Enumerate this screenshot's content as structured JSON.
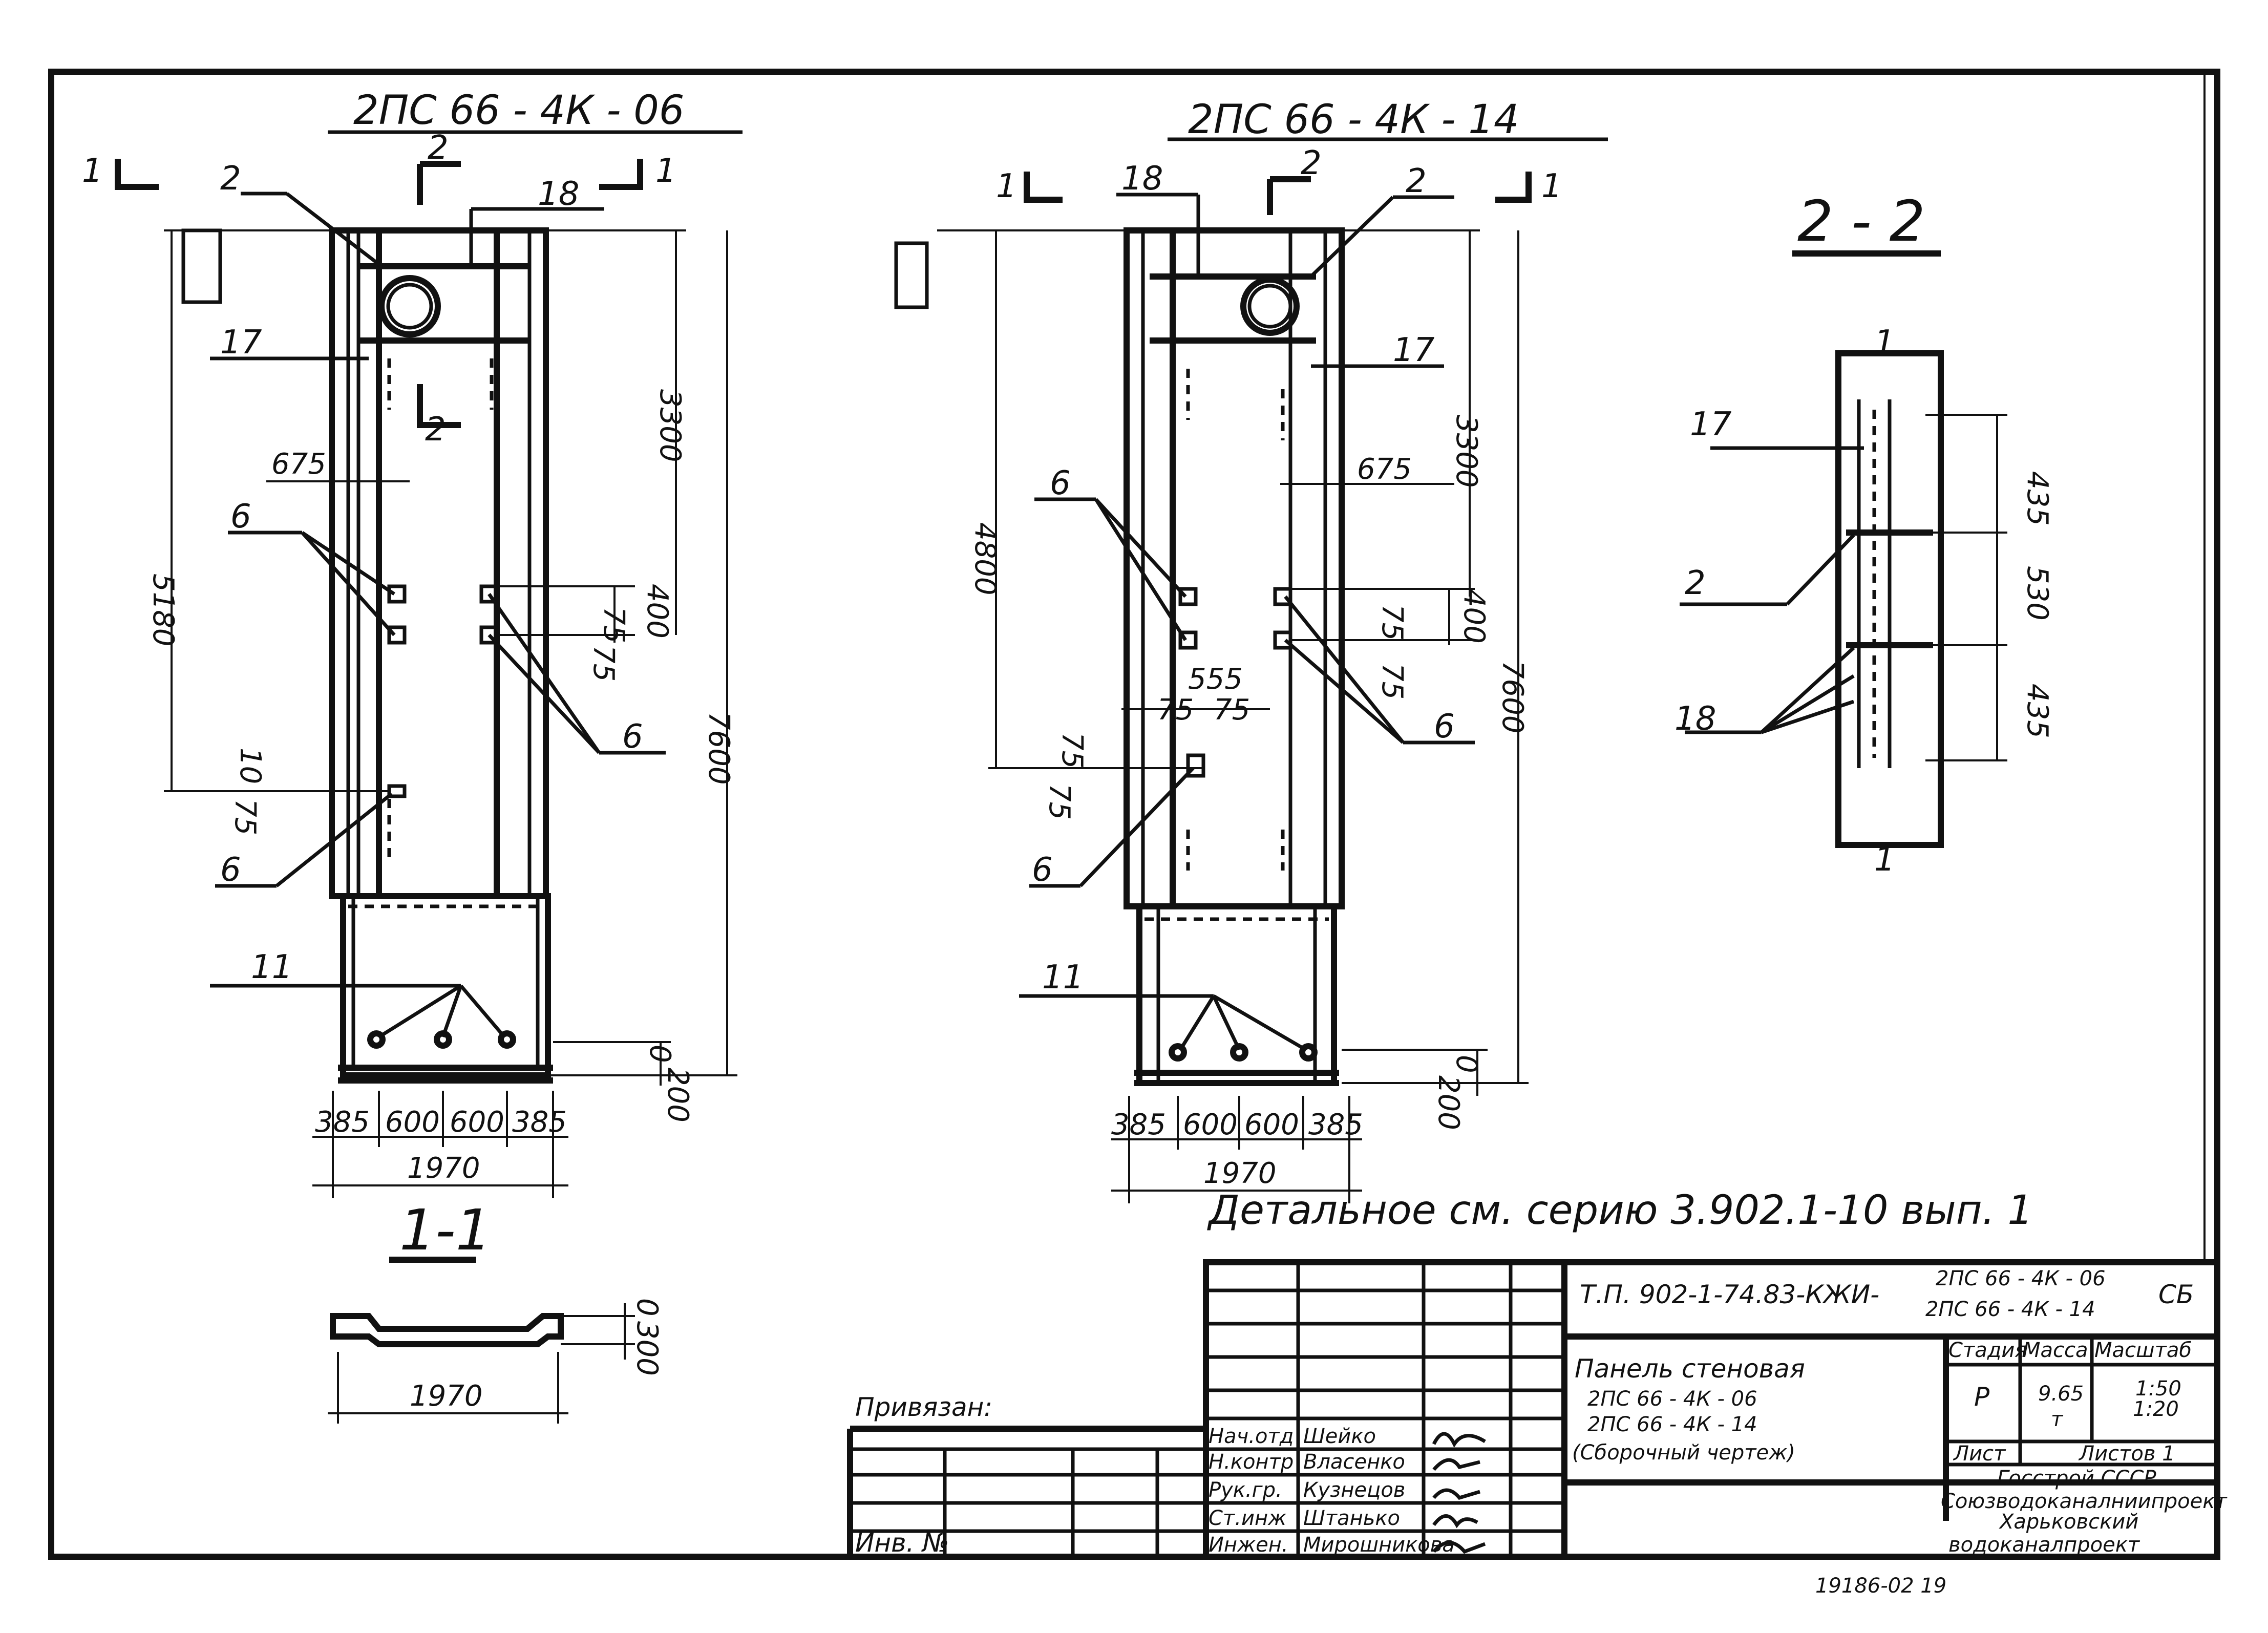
{
  "views": {
    "left": {
      "title": "2ПС 66 - 4К - 06",
      "section_marks": [
        "1",
        "1"
      ],
      "callouts": {
        "c2a": "2",
        "c2b": "2",
        "c2c": "2",
        "c18": "18",
        "c17": "17",
        "c6a": "6",
        "c6b": "6",
        "c6c": "6",
        "c11": "11"
      },
      "dims": {
        "d5180": "5180",
        "d3300": "3300",
        "d675": "675",
        "d400": "400",
        "d75a": "75",
        "d75b": "75",
        "d7600": "7600",
        "d10": "10",
        "d75c": "75",
        "d0": "0",
        "d200": "200",
        "b1": "385",
        "b2": "600",
        "b3": "600",
        "b4": "385",
        "total": "1970"
      }
    },
    "right": {
      "title": "2ПС 66 - 4К - 14",
      "section_marks": [
        "1",
        "1"
      ],
      "callouts": {
        "c18": "18",
        "c2a": "2",
        "c2b": "2",
        "c17": "17",
        "c6a": "6",
        "c6b": "6",
        "c6c": "6",
        "c11": "11"
      },
      "dims": {
        "d4800": "4800",
        "d3300": "3300",
        "d675": "675",
        "d555": "555",
        "d75a": "75",
        "d75b": "75",
        "d75c": "75",
        "d75d": "75",
        "d400": "400",
        "d75e": "75",
        "d75f": "75",
        "d7600": "7600",
        "d0": "0",
        "d200": "200",
        "b1": "385",
        "b2": "600",
        "b3": "600",
        "b4": "385",
        "total": "1970"
      }
    },
    "section22": {
      "title": "2 - 2",
      "callouts": {
        "c17": "17",
        "c2": "2",
        "c18": "18",
        "c1a": "1",
        "c1b": "1"
      },
      "dims": {
        "d435a": "435",
        "d530": "530",
        "d435b": "435"
      }
    },
    "section11": {
      "title": "1-1",
      "dims": {
        "d0": "0",
        "d300": "300",
        "width": "1970"
      }
    }
  },
  "note": "Детальное см. серию 3.902.1-10 вып. 1",
  "title_block": {
    "doc_code": "Т.П. 902-1-74.83-КЖИ-",
    "doc_marks": [
      "2ПС 66 - 4К - 06",
      "2ПС 66 - 4К - 14"
    ],
    "doc_suffix": "СБ",
    "name": [
      "Панель стеновая",
      "2ПС 66 - 4К - 06",
      "2ПС 66 - 4К - 14",
      "(Сборочный чертеж)"
    ],
    "stage_header": "Стадия",
    "mass_header": "Масса",
    "scale_header": "Масштаб",
    "stage": "Р",
    "mass": "9.65",
    "mass_unit": "т",
    "scale1": "1:50",
    "scale2": "1:20",
    "sheet": "Лист",
    "sheets": "Листов 1",
    "org": [
      "Госстрой СССР",
      "Союзводоканалниипроект",
      "Харьковский",
      "водоканалпроект"
    ],
    "bound": "Привязан:",
    "inv": "Инв. №",
    "signatures": [
      {
        "role": "Нач.отд",
        "name": "Шейко"
      },
      {
        "role": "Н.контр",
        "name": "Власенко"
      },
      {
        "role": "Рук.гр.",
        "name": "Кузнецов"
      },
      {
        "role": "Ст.инж",
        "name": "Штанько"
      },
      {
        "role": "Инжен.",
        "name": "Мирошникова"
      }
    ]
  },
  "footer_number": "19186-02   19"
}
